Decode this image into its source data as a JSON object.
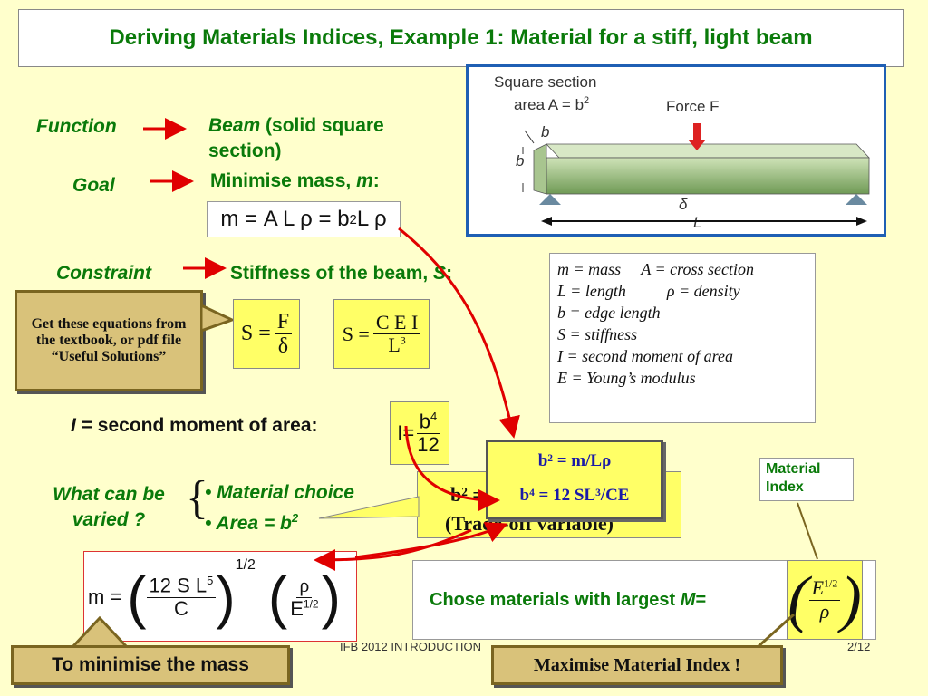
{
  "title": "Deriving Materials Indices, Example 1: Material for a stiff, light beam",
  "function": {
    "label": "Function",
    "beam": "Beam",
    "beam_rest": " (solid square",
    "beam_line2": "section)"
  },
  "goal": {
    "label": "Goal",
    "text": "Minimise mass, ",
    "var": "m",
    "colon": ":"
  },
  "mass_eq": {
    "lhs": "m",
    "eq1": "=",
    "mid": "A L ρ",
    "eq2": "=",
    "b": "b",
    "exp": "2",
    "tail": "L ρ"
  },
  "constraint": {
    "label": "Constraint",
    "text": "Stiffness of the beam, ",
    "var": "S",
    "colon": ":"
  },
  "stiffness_eq1": {
    "lhs": "S =",
    "num": "F",
    "den": "δ"
  },
  "stiffness_eq2": {
    "lhs": "S =",
    "num": "C E I",
    "den": "L",
    "den_exp": "3"
  },
  "moment": {
    "var": "I",
    "text": " = second moment of area:",
    "lhs": "I=",
    "num": "b",
    "num_exp": "4",
    "den": "12"
  },
  "textbook_callout": "Get these equations from the textbook, or pdf file “Useful Solutions”",
  "figure": {
    "sq_line1": "Square section",
    "sq_line2": "area A = b",
    "sq_exp": "2",
    "force": "Force F",
    "b_top": "b",
    "b_side": "b",
    "delta": "δ",
    "length": "L"
  },
  "legend": [
    "m = mass     A = cross section",
    "L = length          ρ = density",
    "b = edge length",
    "S = stiffness",
    "I = second moment of area",
    "E = Young’s modulus"
  ],
  "varied": {
    "question": "What can be varied ?",
    "item1": "• Material choice",
    "item2": "• Area = b",
    "item2_exp": "2"
  },
  "tradeoff_box": {
    "partial": "b² =",
    "tail": "(Trade-off variable)"
  },
  "b_box": {
    "line1": "b² = m/Lρ",
    "line2": "b⁴ = 12 SL³/CE"
  },
  "material_index_label": "Material Index",
  "mass_result": {
    "m": "m",
    "eq": "=",
    "num": "12 S L",
    "num_exp": "5",
    "den": "C",
    "power": "1/2",
    "rho": "ρ",
    "E": "E",
    "E_exp": "1/2"
  },
  "minimise_label": "To minimise the mass",
  "chose": {
    "text": "Chose materials with largest ",
    "var": "M",
    "eq": "="
  },
  "M_index": {
    "num": "E",
    "num_exp": "1/2",
    "den": "ρ"
  },
  "maximise_label": "Maximise  Material Index !",
  "footer": {
    "left": "IFB 2012 INTRODUCTION",
    "right": "2/12"
  },
  "colors": {
    "title_green": "#0a7a0a",
    "arrow_red": "#e00000",
    "callout_tan": "#d9c27a",
    "highlight_yellow": "#ffff66",
    "background": "#ffffcc",
    "figure_border": "#1f5fb4"
  }
}
